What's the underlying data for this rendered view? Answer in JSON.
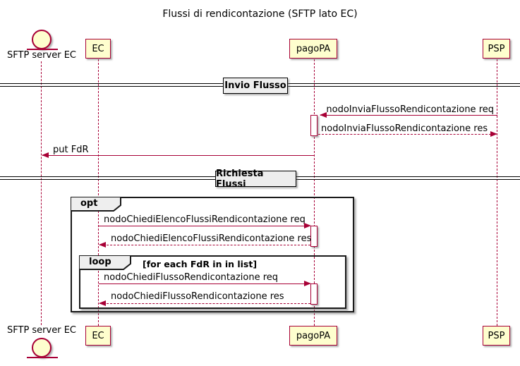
{
  "title": "Flussi di rendicontazione (SFTP lato EC)",
  "participants": {
    "sftp": {
      "label": "SFTP server EC",
      "type": "entity"
    },
    "ec": {
      "label": "EC",
      "type": "participant"
    },
    "pagopa": {
      "label": "pagoPA",
      "type": "participant"
    },
    "psp": {
      "label": "PSP",
      "type": "participant"
    }
  },
  "dividers": [
    {
      "label": "Invio Flusso"
    },
    {
      "label": "Richiesta Flussi"
    }
  ],
  "fragments": [
    {
      "operator": "opt",
      "guard": ""
    },
    {
      "operator": "loop",
      "guard": "[for each FdR in in list]"
    }
  ],
  "messages": [
    {
      "label": "nodoInviaFlussoRendicontazione req",
      "from": "PSP",
      "to": "pagoPA",
      "style": "solid"
    },
    {
      "label": "nodoInviaFlussoRendicontazione res",
      "from": "pagoPA",
      "to": "PSP",
      "style": "dashed"
    },
    {
      "label": "put FdR",
      "from": "pagoPA",
      "to": "SFTP server EC",
      "style": "solid"
    },
    {
      "label": "nodoChiediElencoFlussiRendicontazione req",
      "from": "EC",
      "to": "pagoPA",
      "style": "solid"
    },
    {
      "label": "nodoChiediElencoFlussiRendicontazione res",
      "from": "pagoPA",
      "to": "EC",
      "style": "dashed"
    },
    {
      "label": "nodoChiediFlussoRendicontazione req",
      "from": "EC",
      "to": "pagoPA",
      "style": "solid"
    },
    {
      "label": "nodoChiediFlussoRendicontazione res",
      "from": "pagoPA",
      "to": "EC",
      "style": "dashed"
    }
  ],
  "colors": {
    "accent": "#A80036",
    "participant_fill": "#FEFECE",
    "fragment_label_fill": "#EEEEEE",
    "divider_fill": "#EEEEEE",
    "text": "#000000"
  }
}
